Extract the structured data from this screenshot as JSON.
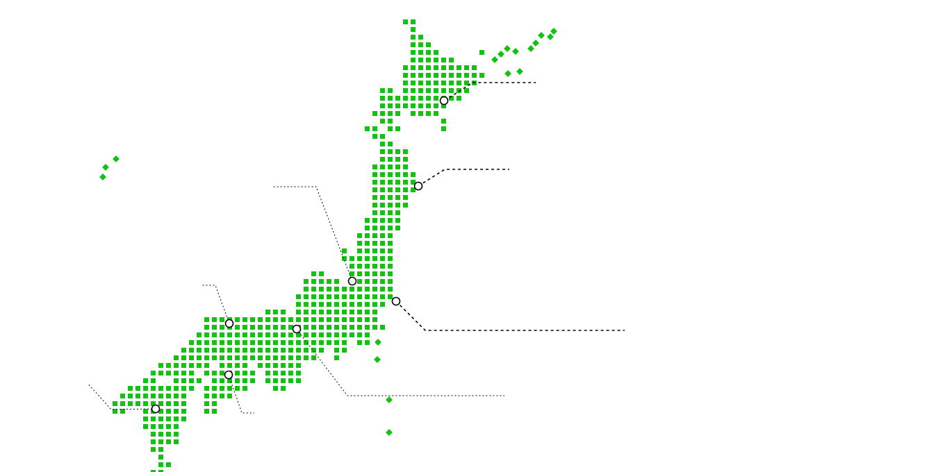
{
  "map": {
    "land_color": "#11c211",
    "marker_stroke": "#000000",
    "marker_fill": "#ffffff",
    "callout_color": "#000000",
    "background": "#ffffff",
    "markers": [
      {
        "id": "hokkaido"
      },
      {
        "id": "tohoku"
      },
      {
        "id": "chubu"
      },
      {
        "id": "kanto"
      },
      {
        "id": "kansai"
      },
      {
        "id": "chugoku"
      },
      {
        "id": "shikoku"
      },
      {
        "id": "kyushu"
      }
    ]
  }
}
